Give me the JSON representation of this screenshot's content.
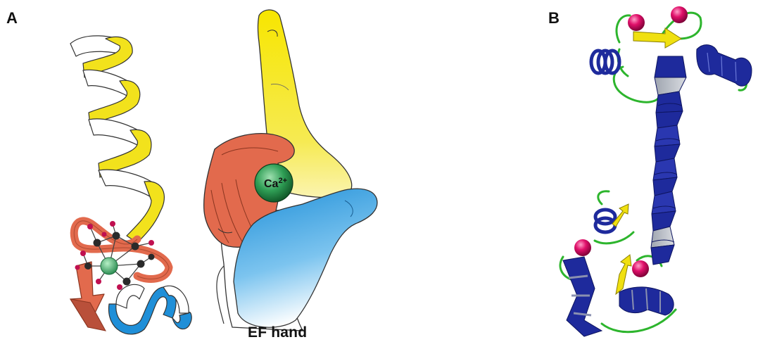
{
  "panels": {
    "a": {
      "label": "A",
      "ion_symbol": "Ca",
      "ion_charge": "2+",
      "hand_caption": "EF hand"
    },
    "b": {
      "label": "B"
    }
  },
  "colors": {
    "helix_e": "#f2e21c",
    "helix_f": "#1f8fd8",
    "loop": "#e26a4d",
    "calcium": "#2f9e55",
    "oxygen": "#c01050",
    "carbon": "#2a2a2a",
    "protein_helix": "#1e2a9c",
    "protein_sheet": "#f0e010",
    "protein_loop": "#2db52d",
    "ion_sphere": "#e0106a"
  }
}
